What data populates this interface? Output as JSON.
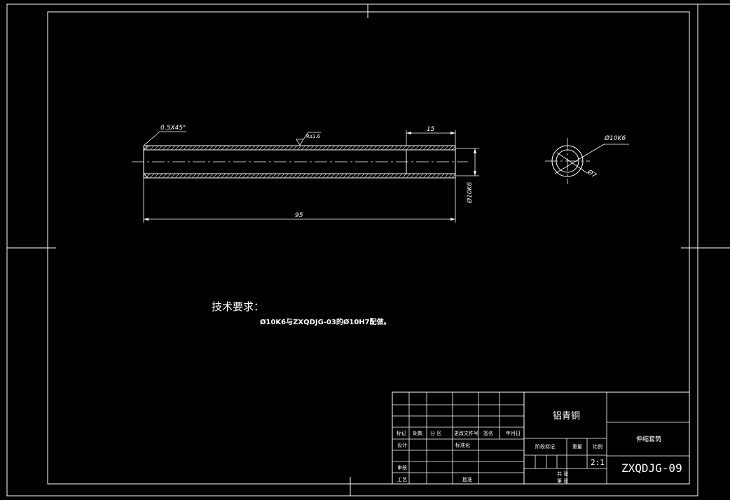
{
  "drawing": {
    "chamfer_label": "0.5X45°",
    "roughness_label": "Ra1.6",
    "dim_length_short": "15",
    "dim_length_total": "95",
    "dim_diameter_main": "Ø10K6",
    "dim_outer_circle": "Ø10K6",
    "dim_inner_circle": "Ø7"
  },
  "requirements": {
    "title": "技术要求：",
    "text": "Ø10K6与ZXQDJG-03的Ø10H7配做。"
  },
  "title_block": {
    "material": "铝青铜",
    "part_name": "伸缩套筒",
    "drawing_number": "ZXQDJG-09",
    "scale_value": "2:1",
    "header_labels": [
      "标记",
      "处数",
      "分 区",
      "更改文件号",
      "签名",
      "年月日"
    ],
    "role_design": "设计",
    "role_standard": "标准化",
    "role_check": "审核",
    "role_process": "工艺",
    "role_approve": "批准",
    "stage_label": "阶段标记",
    "weight_label": "重量",
    "scale_label": "比例",
    "sheets_total": "共  张",
    "sheet_index": "第  张"
  }
}
